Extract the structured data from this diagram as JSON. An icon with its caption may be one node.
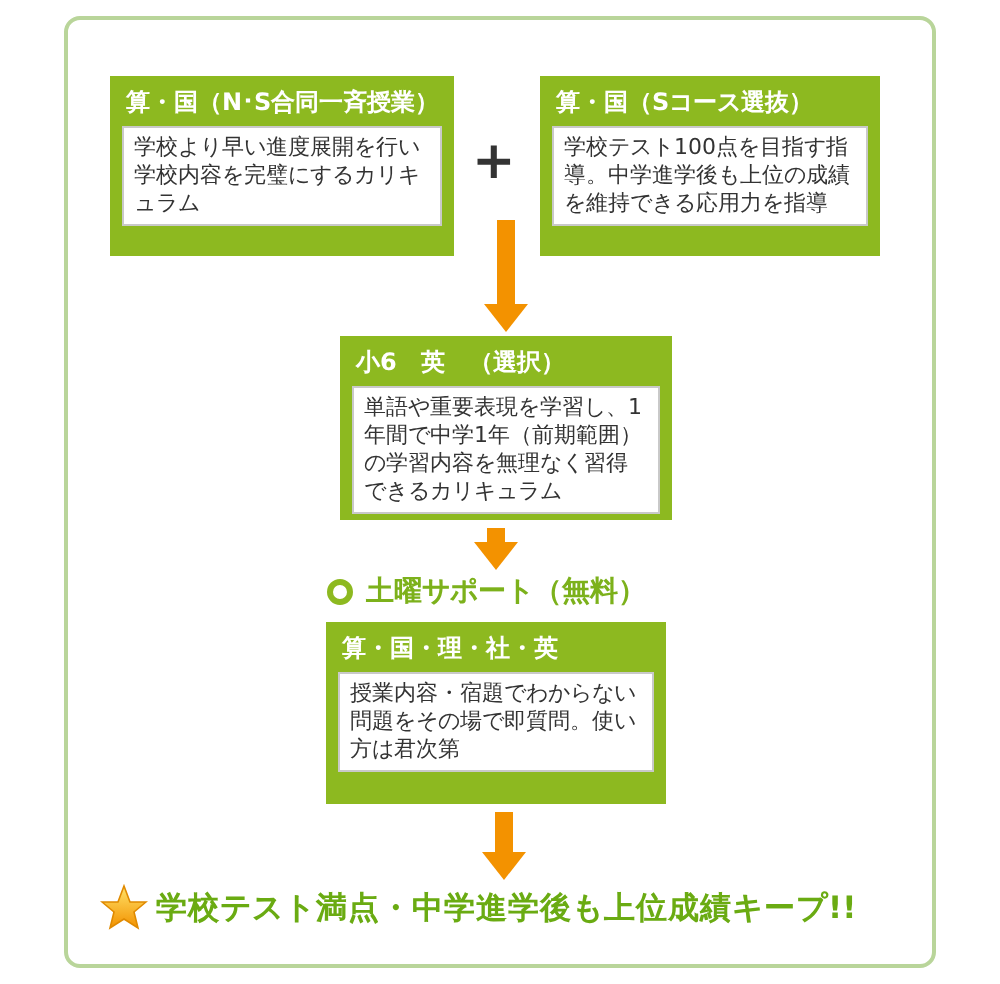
{
  "diagram": {
    "nodes": [
      {
        "text": [
          "算・国（N･S合同一斉授業）",
          "学校より早い進度展開を行い学校内容を完璧にするカリキュラム"
        ]
      },
      {
        "text": [
          "算・国（Sコース選抜）",
          "学校テスト100点を目指す指導。中学進学後も上位の成績を維持できる応用力を指導"
        ]
      },
      {
        "text": [
          "小6　英　（選択）",
          "単語や重要表現を学習し、1年間で中学1年（前期範囲）の学習内容を無理なく習得できるカリキュラム"
        ]
      },
      {
        "text": [
          "土曜サポート（無料）",
          "算・国・理・社・英",
          "授業内容・宿題でわからない問題をその場で即質問。使い方は君次第"
        ]
      },
      {
        "text": [
          "学校テスト満点・中学進学後も上位成績キープ!!"
        ]
      }
    ],
    "edges": [
      {
        "from": null,
        "to": 2,
        "arrow": "to"
      },
      {
        "from": 2,
        "to": 3,
        "arrow": "to"
      },
      {
        "from": 3,
        "to": 4,
        "arrow": "to"
      }
    ],
    "labels": [
      "+"
    ]
  }
}
